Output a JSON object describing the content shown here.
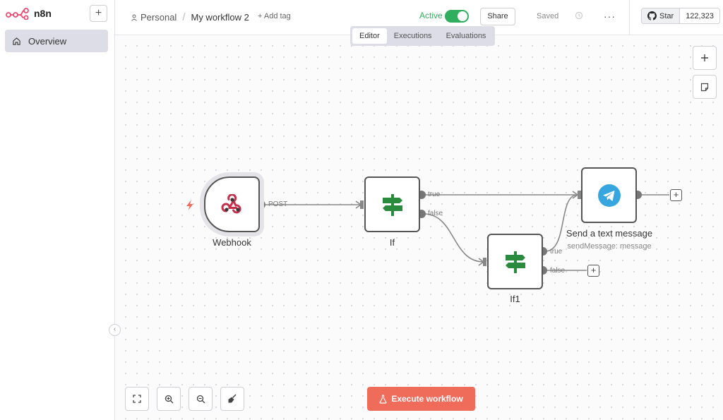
{
  "brand": {
    "name": "n8n"
  },
  "sidebar": {
    "add_label": "+",
    "overview_label": "Overview",
    "collapse_glyph": "‹"
  },
  "header": {
    "project": "Personal",
    "separator": "/",
    "workflow_name": "My workflow 2",
    "add_tag": "+ Add tag",
    "active_label": "Active",
    "active": true,
    "share_label": "Share",
    "saved_label": "Saved",
    "more_glyph": "···",
    "github_star": "Star",
    "github_count": "122,323"
  },
  "tabs": [
    {
      "label": "Editor",
      "active": true
    },
    {
      "label": "Executions",
      "active": false
    },
    {
      "label": "Evaluations",
      "active": false
    }
  ],
  "nodes": {
    "webhook": {
      "title": "Webhook",
      "port_label": "POST",
      "icon": "webhook-icon"
    },
    "if": {
      "title": "If",
      "true_label": "true",
      "false_label": "false",
      "icon": "signpost-icon"
    },
    "if1": {
      "title": "If1",
      "true_label": "true",
      "false_label": "false",
      "icon": "signpost-icon"
    },
    "telegram": {
      "title": "Send a text message",
      "subtitle": "sendMessage: message",
      "icon": "telegram-icon"
    }
  },
  "execute_label": "Execute workflow",
  "colors": {
    "accent": "#ef6b5a",
    "active_green": "#2fae5e",
    "node_green": "#2a8a3e",
    "telegram_blue": "#37a6df",
    "webhook_red": "#c6304b"
  }
}
